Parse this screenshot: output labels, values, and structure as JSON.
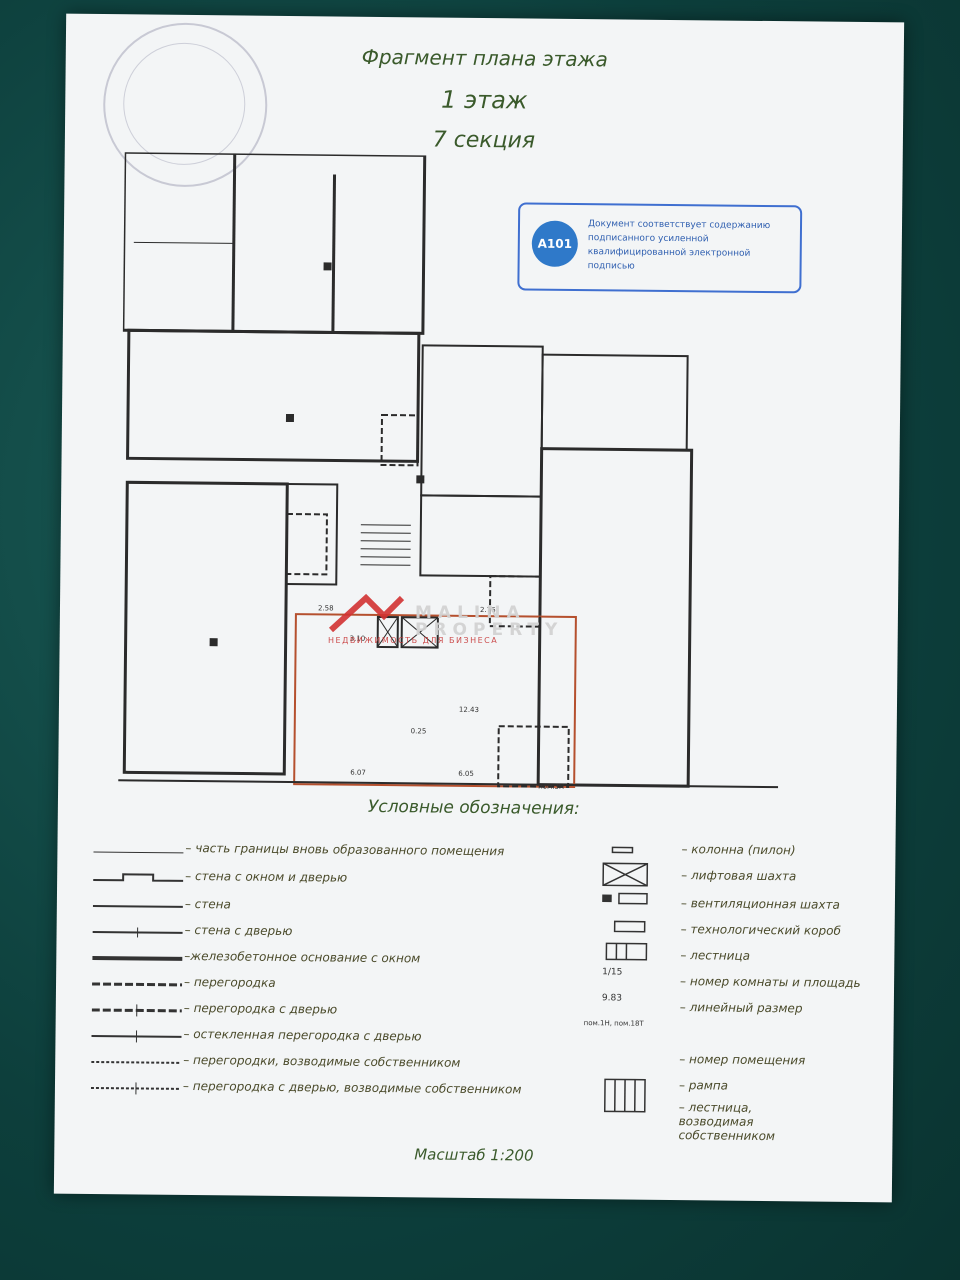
{
  "header": {
    "title": "Фрагмент плана этажа",
    "floor": "1 этаж",
    "section": "7 секция"
  },
  "signature": {
    "logo": "A101",
    "text": "Документ соответствует содержанию подписанного усиленной квалифицированной электронной подписью"
  },
  "dimensions": {
    "d0": "2.58",
    "d1": "3.10",
    "d2": "2.76",
    "d3": "12.43",
    "d4": "6.07",
    "d5": "6.05",
    "d6": "0.25",
    "room": "пом.3Н"
  },
  "legend": {
    "title": "Условные обозначения:",
    "left": [
      "– часть границы вновь образованного помещения",
      "– стена с окном и дверью",
      "– стена",
      "– стена с дверью",
      "–железобетонное основание с окном",
      "– перегородка",
      "– перегородка с дверью",
      "– остекленная перегородка с дверью",
      "– перегородки, возводимые собственником",
      "– перегородка с дверью, возводимые собственником"
    ],
    "right": [
      "– колонна (пилон)",
      "– лифтовая шахта",
      "– вентиляционная шахта",
      "– технологический короб",
      "– лестница",
      "– номер комнаты и площадь",
      "– линейный размер",
      "– номер помещения",
      "– рампа",
      "– лестница, возводимая собственником"
    ],
    "samples": {
      "room": "1/15",
      "dim": "9.83",
      "premises": "пом.1Н, пом.18Т"
    }
  },
  "footer": {
    "scale": "Масштаб 1:200"
  },
  "watermark": {
    "line1": "MALINA",
    "line2": "PROPERTY",
    "tagline": "НЕДВИЖИМОСТЬ ДЛЯ БИЗНЕСА"
  }
}
